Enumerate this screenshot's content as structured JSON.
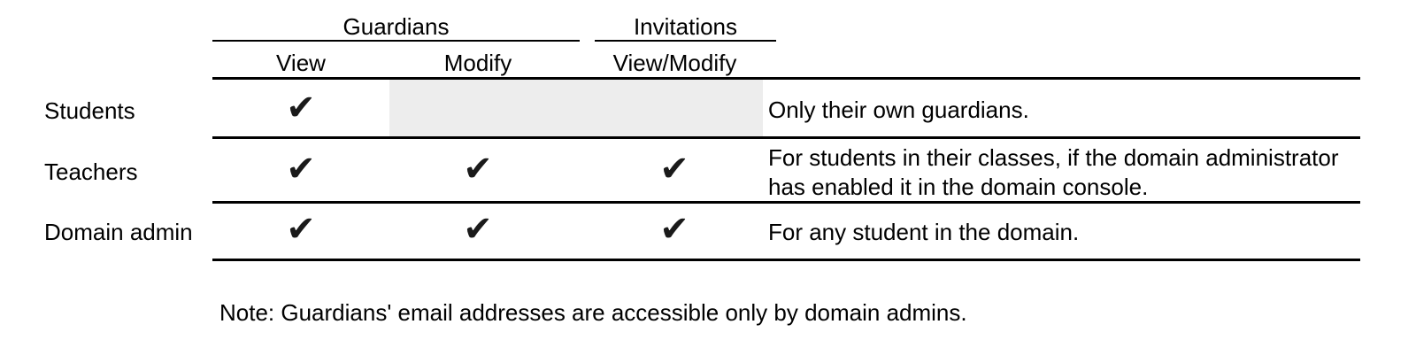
{
  "table": {
    "column_groups": [
      {
        "label": "Guardians",
        "span": 2
      },
      {
        "label": "Invitations",
        "span": 1
      }
    ],
    "subheaders": [
      {
        "label": "View"
      },
      {
        "label": "Modify"
      },
      {
        "label": "View/Modify"
      }
    ],
    "notes_header": "",
    "rows": [
      {
        "label": "Students",
        "guardians_view": "✔",
        "guardians_modify": "",
        "guardians_modify_state": "not-applicable",
        "invitations_view_modify": "",
        "invitations_state": "empty",
        "note": "Only their own guardians."
      },
      {
        "label": "Teachers",
        "guardians_view": "✔",
        "guardians_modify": "✔",
        "guardians_modify_state": "allowed",
        "invitations_view_modify": "✔",
        "invitations_state": "allowed",
        "note": "For students in their classes, if the domain administrator has enabled it in the domain console."
      },
      {
        "label": "Domain admin",
        "guardians_view": "✔",
        "guardians_modify": "✔",
        "guardians_modify_state": "allowed",
        "invitations_view_modify": "✔",
        "invitations_state": "allowed",
        "note": "For any student in the domain."
      }
    ]
  },
  "footnote": "Note: Guardians' email addresses are accessible only by domain admins.",
  "colors": {
    "text": "#000000",
    "rule": "#000000",
    "shaded_cell": "#ededed",
    "background": "#ffffff",
    "checkmark": "#1a1a1a"
  },
  "icons": {
    "checkmark": "✔"
  }
}
